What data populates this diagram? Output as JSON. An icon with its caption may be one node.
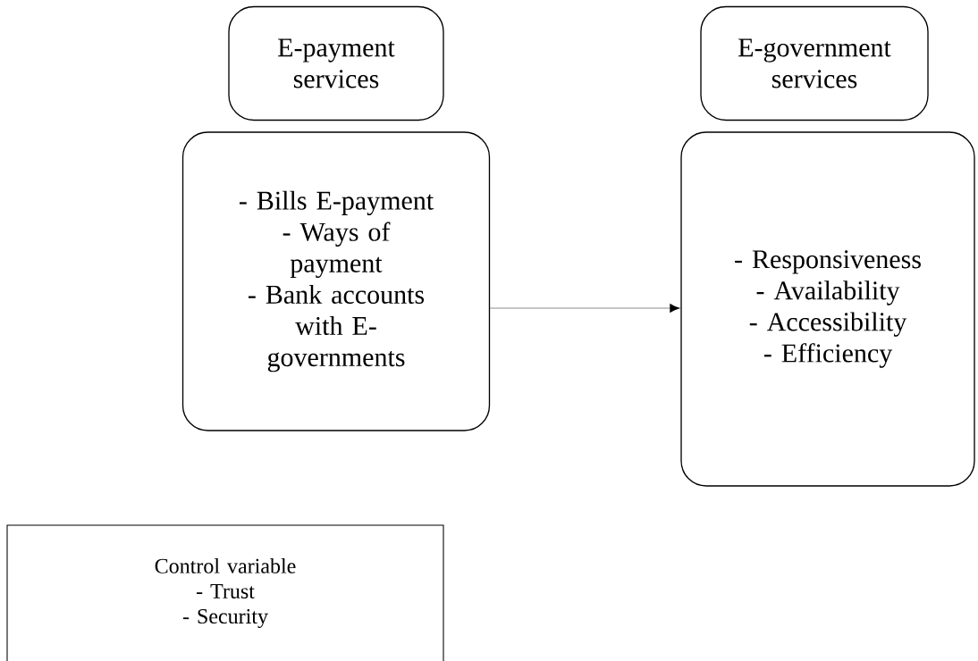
{
  "diagram": {
    "nodes": [
      {
        "text": [
          "E-payment services"
        ]
      },
      {
        "text": [
          "- Bills E-payment",
          "- Ways of payment",
          "- Bank accounts with E-governments"
        ]
      },
      {
        "text": [
          "E-government services"
        ]
      },
      {
        "text": [
          "- Responsiveness",
          "- Availability",
          "- Accessibility",
          "- Efficiency"
        ]
      },
      {
        "text": [
          "Control variable",
          "- Trust",
          "- Security"
        ]
      }
    ],
    "edges": [
      {
        "from": 1,
        "to": 3,
        "arrow": "to"
      }
    ]
  }
}
